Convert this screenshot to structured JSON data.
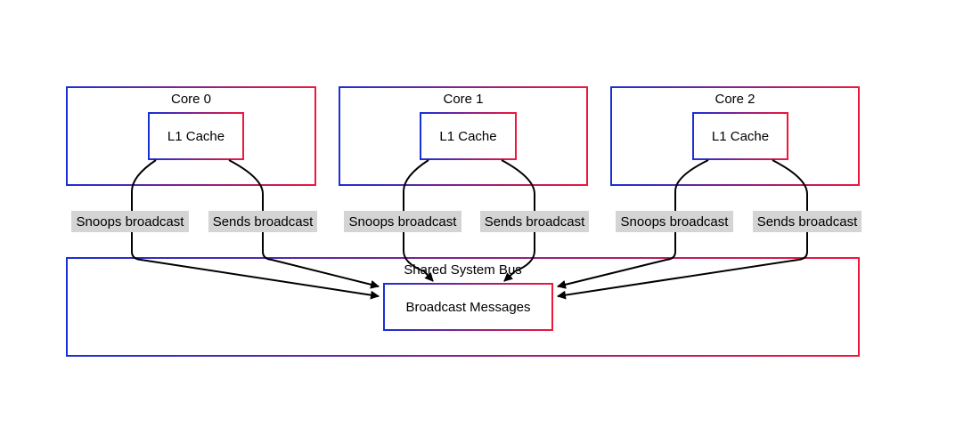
{
  "cores": [
    {
      "title": "Core 0",
      "cache_label": "L1 Cache",
      "snoop_label": "Snoops broadcast",
      "send_label": "Sends broadcast"
    },
    {
      "title": "Core 1",
      "cache_label": "L1 Cache",
      "snoop_label": "Snoops broadcast",
      "send_label": "Sends broadcast"
    },
    {
      "title": "Core 2",
      "cache_label": "L1 Cache",
      "snoop_label": "Snoops broadcast",
      "send_label": "Sends broadcast"
    }
  ],
  "bus": {
    "title": "Shared System Bus",
    "messages_label": "Broadcast Messages"
  },
  "colors": {
    "gradient_start": "#1a2fd6",
    "gradient_end": "#f0163c",
    "edge_label_bg": "#d4d4d4",
    "arrow": "#000000"
  }
}
